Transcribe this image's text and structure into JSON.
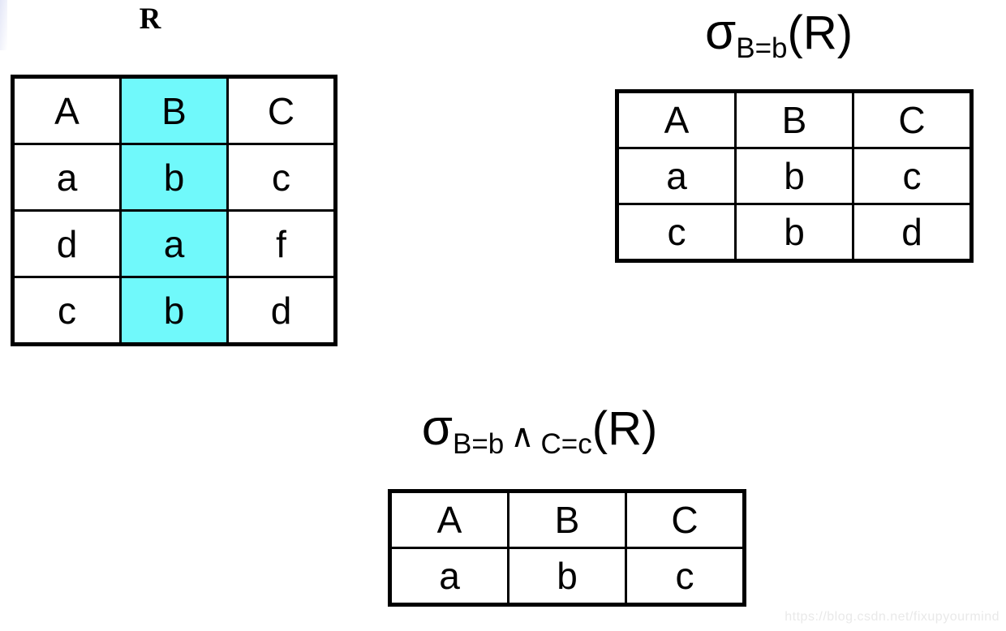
{
  "colors": {
    "highlight_cyan": "#70F9FB",
    "border_black": "#000000",
    "watermark_gray": "#E9E9E9"
  },
  "watermark": "https://blog.csdn.net/fixupyourmind",
  "relation_r": {
    "title": "R",
    "highlighted_column": "B",
    "highlighted_column_index": 1,
    "headers": [
      "A",
      "B",
      "C"
    ],
    "rows": [
      [
        "a",
        "b",
        "c"
      ],
      [
        "d",
        "a",
        "f"
      ],
      [
        "c",
        "b",
        "d"
      ]
    ]
  },
  "selection_b": {
    "title": {
      "sigma": "σ",
      "sub": "B=b",
      "rest": "(R)"
    },
    "headers": [
      "A",
      "B",
      "C"
    ],
    "rows": [
      [
        "a",
        "b",
        "c"
      ],
      [
        "c",
        "b",
        "d"
      ]
    ]
  },
  "selection_bc": {
    "title": {
      "sigma": "σ",
      "sub1": "B=b",
      "wedge": "∧",
      "sub2": "C=c",
      "rest": "(R)"
    },
    "headers": [
      "A",
      "B",
      "C"
    ],
    "rows": [
      [
        "a",
        "b",
        "c"
      ]
    ]
  }
}
